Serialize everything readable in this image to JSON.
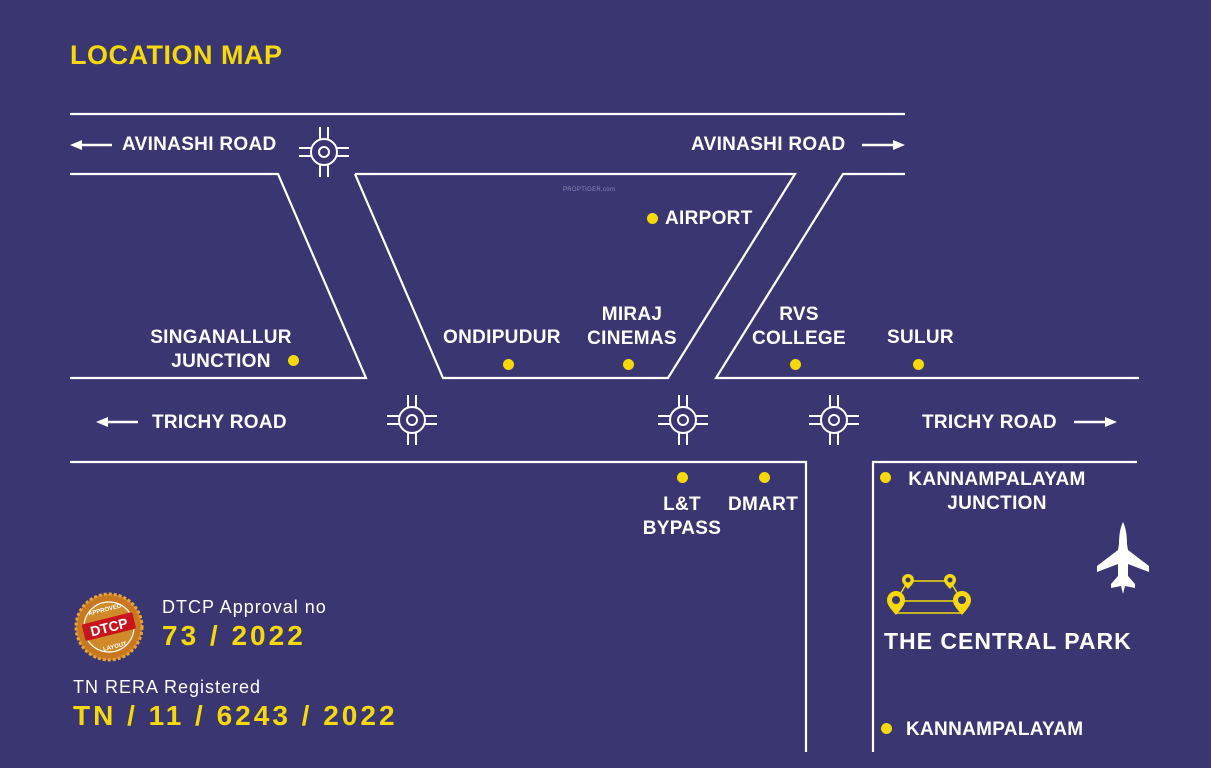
{
  "title": "LOCATION MAP",
  "roads": {
    "avinashi_left": "AVINASHI ROAD",
    "avinashi_right": "AVINASHI ROAD",
    "trichy_left": "TRICHY ROAD",
    "trichy_right": "TRICHY ROAD"
  },
  "places": {
    "airport": "AIRPORT",
    "singanallur": [
      "SINGANALLUR",
      "JUNCTION"
    ],
    "ondipudur": "ONDIPUDUR",
    "miraj": [
      "MIRAJ",
      "CINEMAS"
    ],
    "rvs": [
      "RVS",
      "COLLEGE"
    ],
    "sulur": "SULUR",
    "lt_bypass": [
      "L&T",
      "BYPASS"
    ],
    "dmart": "DMART",
    "kannampalayam_jn": [
      "KANNAMPALAYAM",
      "JUNCTION"
    ],
    "kannampalayam": "KANNAMPALAYAM"
  },
  "watermark": "PROPTIGER.com",
  "project_name": "THE CENTRAL PARK",
  "approval": {
    "seal_text": [
      "APPROVED",
      "DTCP",
      "LAYOUT"
    ],
    "dtcp_label": "DTCP Approval no",
    "dtcp_number": "73 / 2022",
    "rera_label": "TN RERA Registered",
    "rera_number": "TN / 11 / 6243 / 2022"
  },
  "colors": {
    "background": "#3a3672",
    "road_line": "#ffffff",
    "marker": "#f5d90a",
    "seal": "#c9781f"
  },
  "icons": [
    "roundabout-icon",
    "airplane-icon",
    "location-pin-icon",
    "arrow-left-icon",
    "arrow-right-icon"
  ]
}
